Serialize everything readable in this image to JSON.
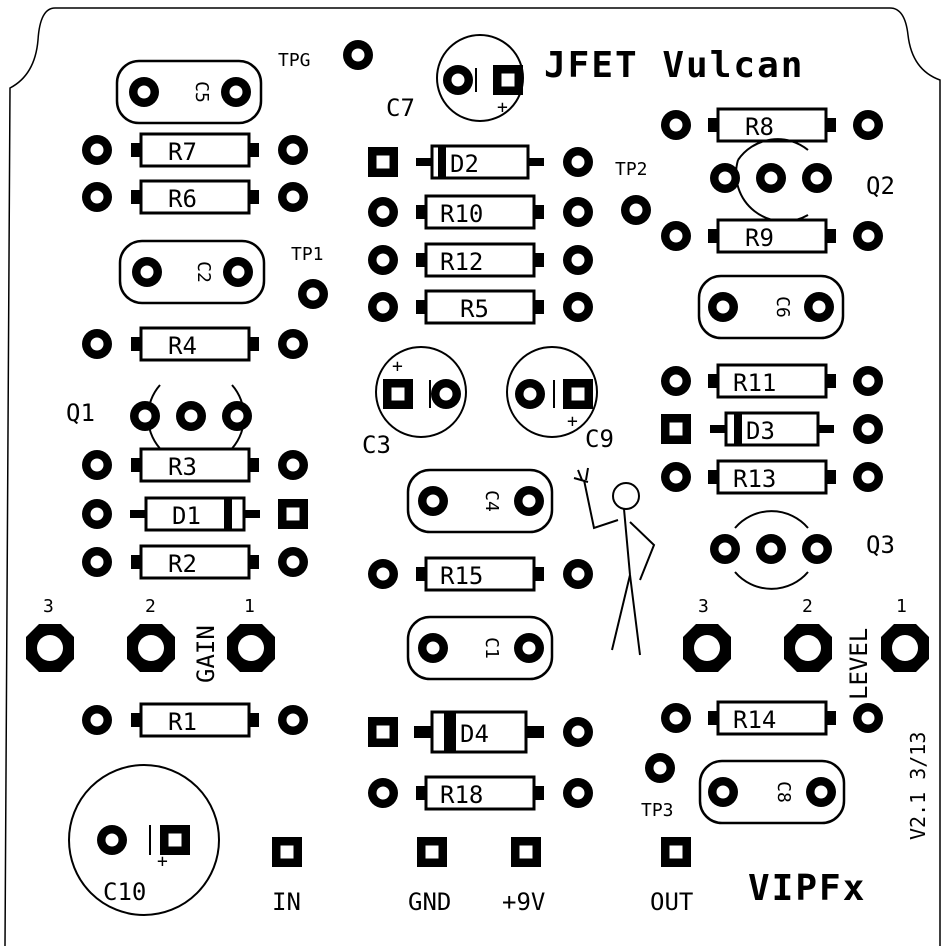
{
  "board": {
    "title": "JFET Vulcan",
    "brand": "VIPFx",
    "version": "V2.1 3/13"
  },
  "knobs": {
    "gain": {
      "label": "GAIN",
      "pins": [
        "3",
        "2",
        "1"
      ]
    },
    "level": {
      "label": "LEVEL",
      "pins": [
        "3",
        "2",
        "1"
      ]
    }
  },
  "resistors": {
    "r1": "R1",
    "r2": "R2",
    "r3": "R3",
    "r4": "R4",
    "r5": "R5",
    "r6": "R6",
    "r7": "R7",
    "r8": "R8",
    "r9": "R9",
    "r10": "R10",
    "r11": "R11",
    "r12": "R12",
    "r13": "R13",
    "r14": "R14",
    "r15": "R15",
    "r18": "R18"
  },
  "capacitors": {
    "c1": "C1",
    "c2": "C2",
    "c3": "C3",
    "c4": "C4",
    "c5": "C5",
    "c6": "C6",
    "c7": "C7",
    "c8": "C8",
    "c9": "C9",
    "c10": "C10"
  },
  "diodes": {
    "d1": "D1",
    "d2": "D2",
    "d3": "D3",
    "d4": "D4"
  },
  "transistors": {
    "q1": "Q1",
    "q2": "Q2",
    "q3": "Q3"
  },
  "testpoints": {
    "tpg": "TPG",
    "tp1": "TP1",
    "tp2": "TP2",
    "tp3": "TP3"
  },
  "pads": {
    "in": "IN",
    "gnd": "GND",
    "v9": "+9V",
    "out": "OUT"
  },
  "polarity": "+"
}
